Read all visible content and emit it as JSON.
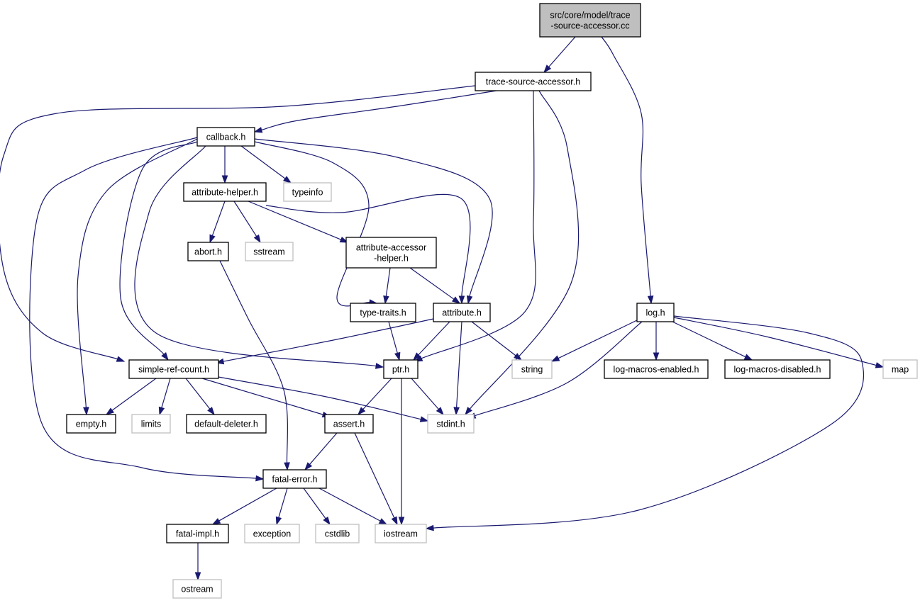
{
  "diagram": {
    "type": "include-dependency-graph",
    "edge_color": "#191970",
    "nodes": [
      {
        "id": "root",
        "lines": [
          "src/core/model/trace",
          "-source-accessor.cc"
        ],
        "style": "root"
      },
      {
        "id": "tsa",
        "lines": [
          "trace-source-accessor.h"
        ],
        "style": "solid"
      },
      {
        "id": "callback",
        "lines": [
          "callback.h"
        ],
        "style": "solid"
      },
      {
        "id": "attrhelper",
        "lines": [
          "attribute-helper.h"
        ],
        "style": "solid"
      },
      {
        "id": "typeinfo",
        "lines": [
          "typeinfo"
        ],
        "style": "ext"
      },
      {
        "id": "abort",
        "lines": [
          "abort.h"
        ],
        "style": "solid"
      },
      {
        "id": "sstream",
        "lines": [
          "sstream"
        ],
        "style": "ext"
      },
      {
        "id": "aah",
        "lines": [
          "attribute-accessor",
          "-helper.h"
        ],
        "style": "solid"
      },
      {
        "id": "typetraits",
        "lines": [
          "type-traits.h"
        ],
        "style": "solid"
      },
      {
        "id": "attribute",
        "lines": [
          "attribute.h"
        ],
        "style": "solid"
      },
      {
        "id": "log",
        "lines": [
          "log.h"
        ],
        "style": "solid"
      },
      {
        "id": "src",
        "lines": [
          "simple-ref-count.h"
        ],
        "style": "solid"
      },
      {
        "id": "ptr",
        "lines": [
          "ptr.h"
        ],
        "style": "solid"
      },
      {
        "id": "string",
        "lines": [
          "string"
        ],
        "style": "ext"
      },
      {
        "id": "lme",
        "lines": [
          "log-macros-enabled.h"
        ],
        "style": "solid"
      },
      {
        "id": "lmd",
        "lines": [
          "log-macros-disabled.h"
        ],
        "style": "solid"
      },
      {
        "id": "map",
        "lines": [
          "map"
        ],
        "style": "ext"
      },
      {
        "id": "empty",
        "lines": [
          "empty.h"
        ],
        "style": "solid"
      },
      {
        "id": "limits",
        "lines": [
          "limits"
        ],
        "style": "ext"
      },
      {
        "id": "defdel",
        "lines": [
          "default-deleter.h"
        ],
        "style": "solid"
      },
      {
        "id": "assert",
        "lines": [
          "assert.h"
        ],
        "style": "solid"
      },
      {
        "id": "stdint",
        "lines": [
          "stdint.h"
        ],
        "style": "ext"
      },
      {
        "id": "fatalerror",
        "lines": [
          "fatal-error.h"
        ],
        "style": "solid"
      },
      {
        "id": "fatalimpl",
        "lines": [
          "fatal-impl.h"
        ],
        "style": "solid"
      },
      {
        "id": "exception",
        "lines": [
          "exception"
        ],
        "style": "ext"
      },
      {
        "id": "cstdlib",
        "lines": [
          "cstdlib"
        ],
        "style": "ext"
      },
      {
        "id": "iostream",
        "lines": [
          "iostream"
        ],
        "style": "ext"
      },
      {
        "id": "ostream",
        "lines": [
          "ostream"
        ],
        "style": "ext"
      }
    ],
    "edges": [
      [
        "root",
        "tsa"
      ],
      [
        "root",
        "log"
      ],
      [
        "tsa",
        "callback"
      ],
      [
        "tsa",
        "src"
      ],
      [
        "tsa",
        "ptr"
      ],
      [
        "tsa",
        "stdint"
      ],
      [
        "callback",
        "attrhelper"
      ],
      [
        "callback",
        "typeinfo"
      ],
      [
        "callback",
        "attribute"
      ],
      [
        "callback",
        "typetraits"
      ],
      [
        "callback",
        "ptr"
      ],
      [
        "callback",
        "src"
      ],
      [
        "callback",
        "empty"
      ],
      [
        "callback",
        "fatalerror"
      ],
      [
        "attrhelper",
        "abort"
      ],
      [
        "attrhelper",
        "sstream"
      ],
      [
        "attrhelper",
        "aah"
      ],
      [
        "attrhelper",
        "attribute"
      ],
      [
        "abort",
        "fatalerror"
      ],
      [
        "aah",
        "typetraits"
      ],
      [
        "aah",
        "attribute"
      ],
      [
        "typetraits",
        "ptr"
      ],
      [
        "attribute",
        "src"
      ],
      [
        "attribute",
        "ptr"
      ],
      [
        "attribute",
        "string"
      ],
      [
        "attribute",
        "stdint"
      ],
      [
        "log",
        "string"
      ],
      [
        "log",
        "stdint"
      ],
      [
        "log",
        "lme"
      ],
      [
        "log",
        "lmd"
      ],
      [
        "log",
        "map"
      ],
      [
        "log",
        "iostream"
      ],
      [
        "src",
        "empty"
      ],
      [
        "src",
        "limits"
      ],
      [
        "src",
        "defdel"
      ],
      [
        "src",
        "assert"
      ],
      [
        "src",
        "stdint"
      ],
      [
        "ptr",
        "assert"
      ],
      [
        "ptr",
        "stdint"
      ],
      [
        "ptr",
        "iostream"
      ],
      [
        "assert",
        "fatalerror"
      ],
      [
        "assert",
        "iostream"
      ],
      [
        "fatalerror",
        "fatalimpl"
      ],
      [
        "fatalerror",
        "exception"
      ],
      [
        "fatalerror",
        "cstdlib"
      ],
      [
        "fatalerror",
        "iostream"
      ],
      [
        "fatalimpl",
        "ostream"
      ]
    ]
  }
}
